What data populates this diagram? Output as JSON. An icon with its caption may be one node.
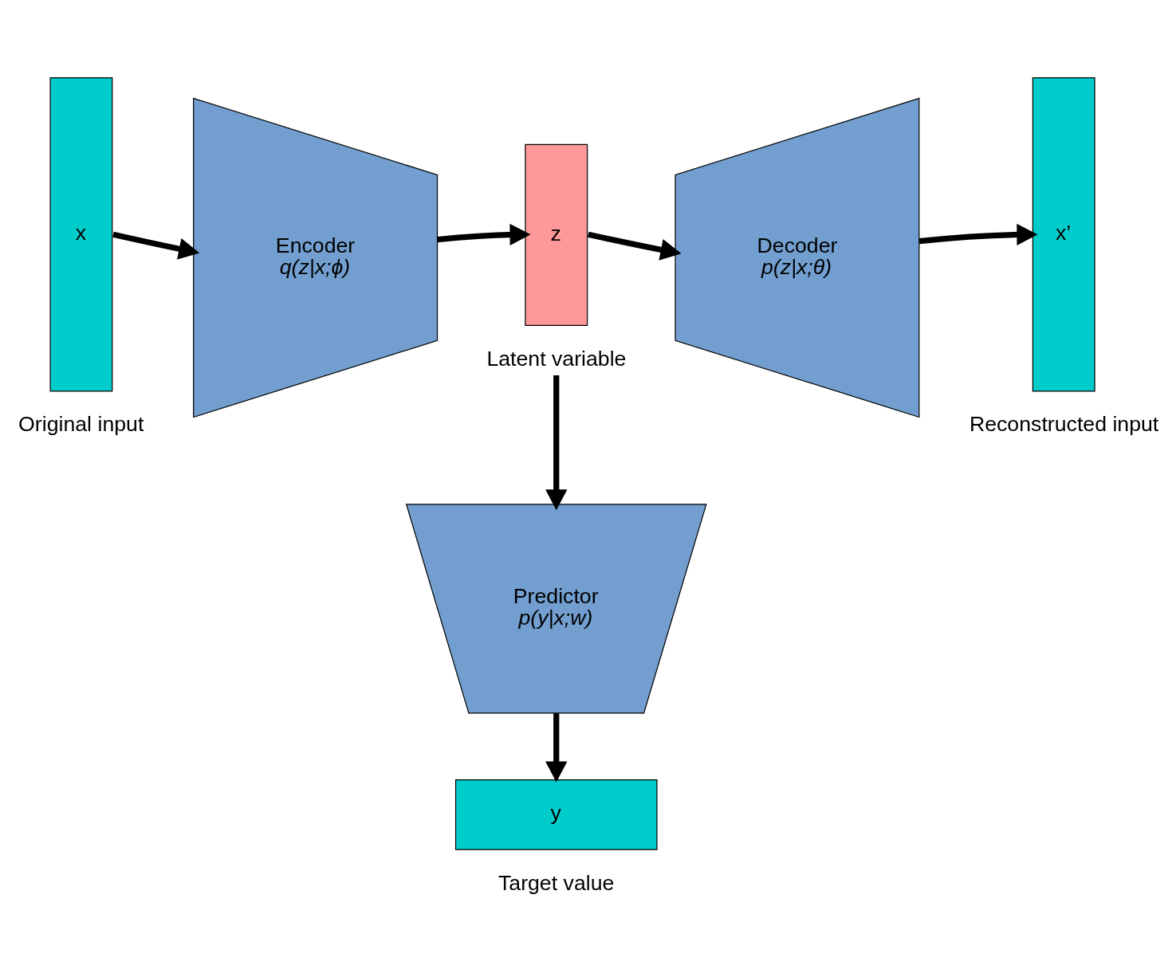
{
  "diagram": {
    "nodes": [
      {
        "text": [
          "x"
        ],
        "beside": [
          "Original input"
        ]
      },
      {
        "text": [
          "Encoder",
          "q(z|x;ϕ)"
        ]
      },
      {
        "text": [
          "z"
        ],
        "beside": [
          "Latent variable"
        ]
      },
      {
        "text": [
          "Decoder",
          "p(z|x;θ)"
        ]
      },
      {
        "text": [
          "x’"
        ],
        "beside": [
          "Reconstructed input"
        ]
      },
      {
        "text": [
          "Predictor",
          "p(y|x;w)"
        ]
      },
      {
        "text": [
          "y"
        ],
        "beside": [
          "Target value"
        ]
      }
    ],
    "edges": [
      {
        "from": 0,
        "to": 1,
        "arrow": "to"
      },
      {
        "from": 1,
        "to": 2,
        "arrow": "to"
      },
      {
        "from": 2,
        "to": 3,
        "arrow": "to"
      },
      {
        "from": 3,
        "to": 4,
        "arrow": "to"
      },
      {
        "from": 2,
        "to": 5,
        "arrow": "to"
      },
      {
        "from": 5,
        "to": 6,
        "arrow": "to"
      }
    ]
  }
}
